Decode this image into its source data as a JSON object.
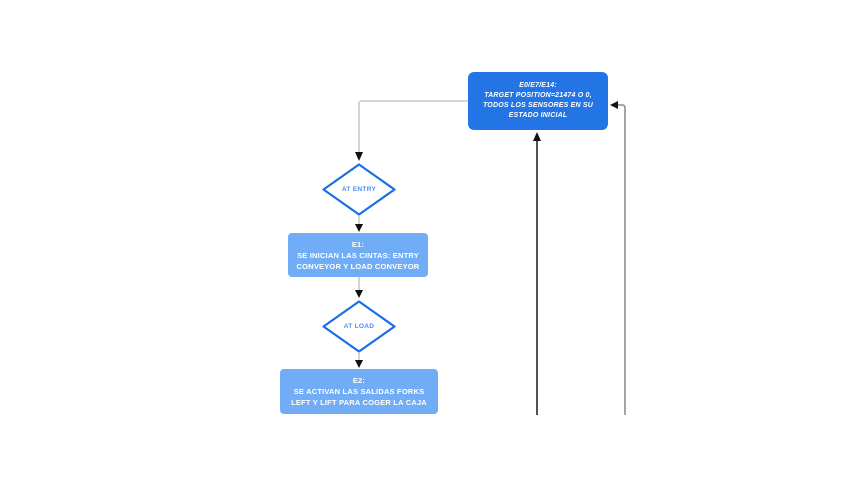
{
  "diagram": {
    "type": "flowchart",
    "background": "#ffffff",
    "colors": {
      "primary_box_fill": "#2374e4",
      "secondary_box_fill": "#71adf6",
      "diamond_stroke": "#1a6fe8",
      "diamond_text": "#4d8cf0",
      "box_text": "#ffffff",
      "connector_light": "#c9c9c9",
      "return_line_dark": "#3f3f3f",
      "return_line_gray": "#9b9b9b",
      "arrowhead": "#111111"
    },
    "nodes": {
      "reset_state": {
        "type": "process",
        "label": "E0/E7/E14:\nTARGET POSITION=21474 O 0,\nTODOS LOS SENSORES EN SU\nESTADO INICIAL"
      },
      "at_entry": {
        "type": "decision",
        "label": "AT ENTRY"
      },
      "e1": {
        "type": "process",
        "label": "E1:\nSE INICIAN LAS CINTAS: ENTRY\nCONVEYOR Y LOAD CONVEYOR"
      },
      "at_load": {
        "type": "decision",
        "label": "AT LOAD"
      },
      "e2": {
        "type": "process",
        "label": "E2:\nSE ACTIVAN LAS SALIDAS FORKS\nLEFT Y LIFT PARA COGER LA CAJA"
      }
    },
    "edges": [
      {
        "from": "reset_state",
        "to": "at_entry"
      },
      {
        "from": "at_entry",
        "to": "e1"
      },
      {
        "from": "e1",
        "to": "at_load"
      },
      {
        "from": "at_load",
        "to": "e2"
      },
      {
        "from": "below",
        "to": "reset_state_bottom"
      },
      {
        "from": "below",
        "to": "reset_state_right"
      }
    ]
  }
}
